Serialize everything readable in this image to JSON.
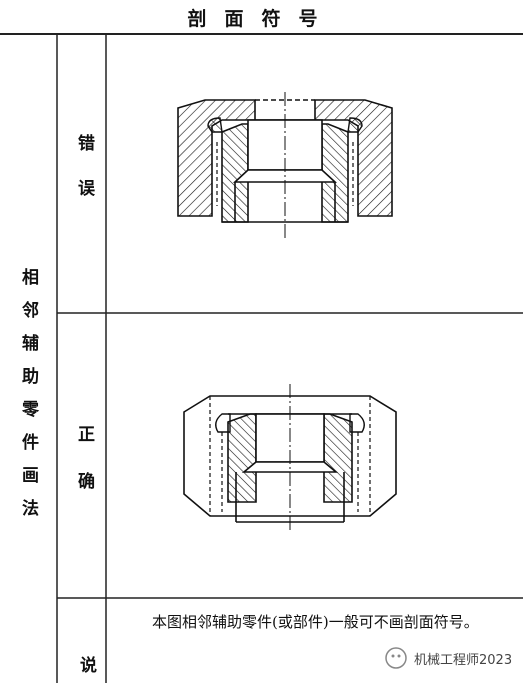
{
  "header": {
    "title": "剖面符号"
  },
  "category": {
    "label": "相邻辅助零件画法"
  },
  "rows": {
    "wrong": {
      "label": "错误"
    },
    "right": {
      "label": "正确"
    },
    "note": {
      "label": "说",
      "text": "本图相邻辅助零件(或部件)一般可不画剖面符号。"
    }
  },
  "watermark": {
    "text": "机械工程师2023"
  }
}
